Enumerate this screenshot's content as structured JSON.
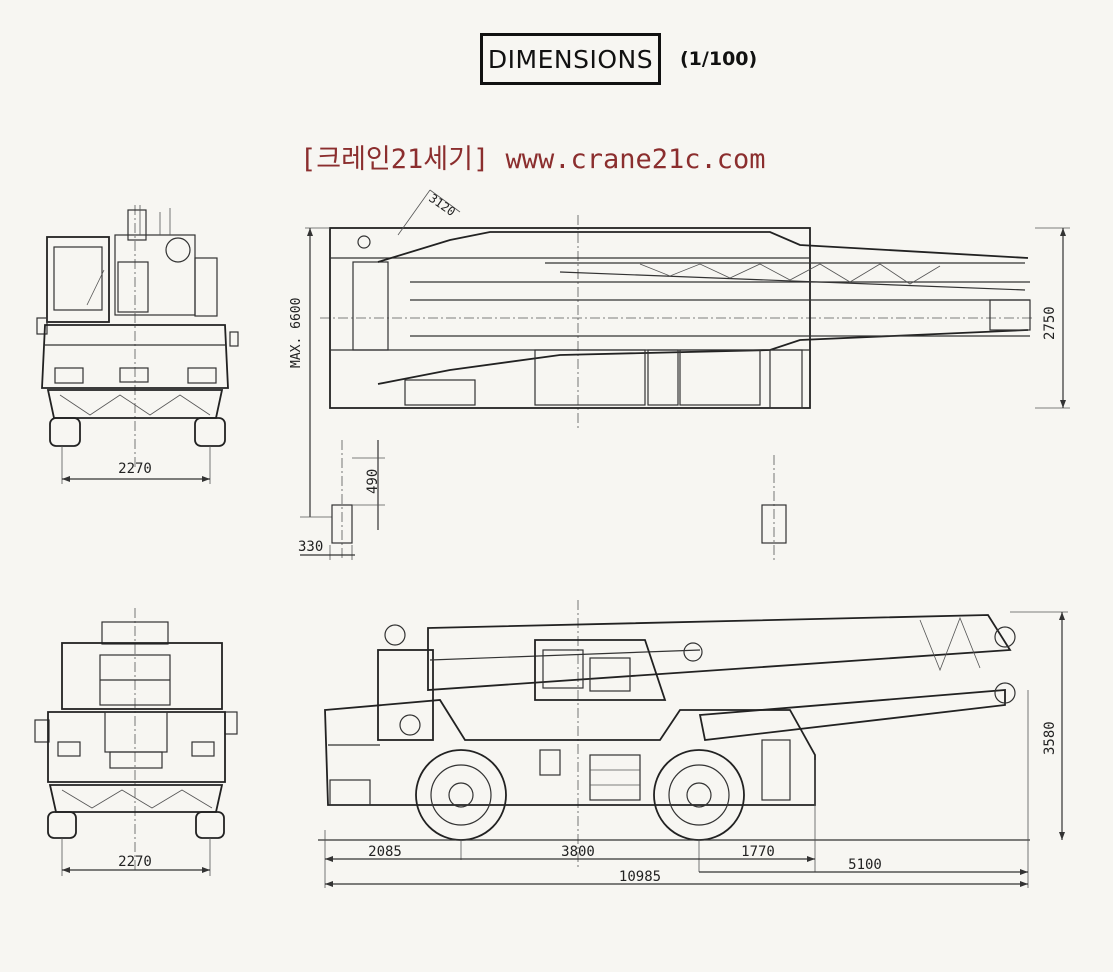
{
  "header": {
    "title": "DIMENSIONS",
    "scale": "(1/100)",
    "watermark": "[크레인21세기] www.crane21c.com"
  },
  "dimensions": {
    "front_width": "2270",
    "rear_width": "2270",
    "max_length": "MAX. 6600",
    "turn_radius": "3120",
    "top_width": "2750",
    "outrigger_pad": "490",
    "pad_offset": "330",
    "height": "3580",
    "front_overhang": "2085",
    "wheelbase": "3800",
    "rear_overhang": "1770",
    "boom_overhang": "5100",
    "overall_length": "10985"
  }
}
